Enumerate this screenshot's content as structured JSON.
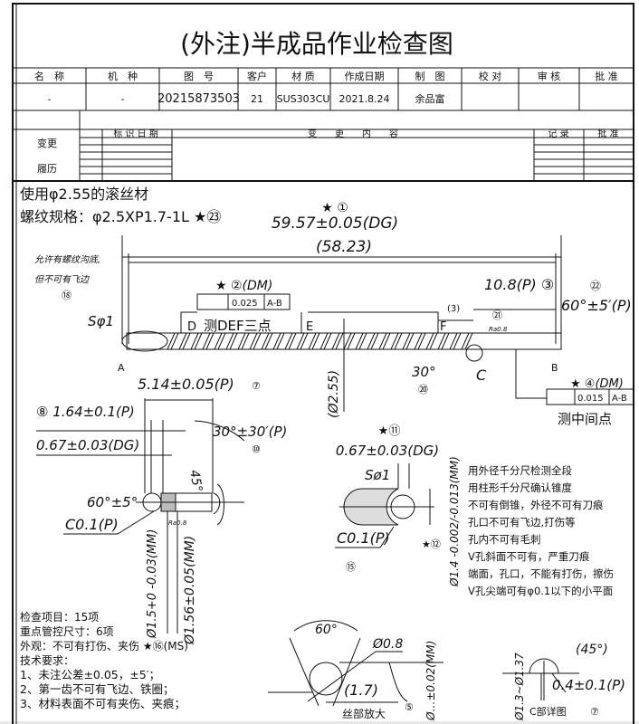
{
  "title": "(外注)半成品作业检查图",
  "header": {
    "columns": [
      "名　称",
      "机　种",
      "图　号",
      "客户",
      "材 质",
      "作成日期",
      "制　图",
      "校 对",
      "审 核",
      "批 准"
    ],
    "values": [
      "-",
      "-",
      "20215873503",
      "21",
      "SUS303CU",
      "2021.8.24",
      "余品富",
      "",
      "",
      ""
    ]
  },
  "change": {
    "labels": [
      "变更",
      "履历"
    ],
    "columns": [
      "标 识 日 期",
      "变　　更　　内　　容",
      "记 录",
      "批 准"
    ]
  },
  "material": "使用φ2.55的滚丝材",
  "thread_spec": "螺纹规格：φ2.5XP1.7-1L ★㉓",
  "dims": {
    "d1_star": "★ ①",
    "d1": "59.57±0.05(DG)",
    "d_total": "(58.23)",
    "note18_1": "允许有螺纹沟底,",
    "note18_2": "但不可有飞边",
    "n18": "⑱",
    "d2_star": "★ ②(DM)",
    "tol1": "0.025",
    "datum1": "A-B",
    "def": "测DEF三点",
    "D": "D",
    "E": "E",
    "F": "F",
    "d3": "10.8(P) ③",
    "d3b": "(3)",
    "n22": "㉒",
    "ang22": "60°±5′(P)",
    "n21": "㉑",
    "ra1": "Ra0.8",
    "s1": "Sφ1",
    "A": "A",
    "B": "B",
    "C": "C",
    "ang30": "30°",
    "n20": "⑳",
    "dia255": "(Ø2.55)",
    "d4_star": "★ ④(DM)",
    "tol2": "0.015",
    "datum2": "A-B",
    "mid": "测中间点",
    "d7": "5.14±0.05(P)",
    "n7": "⑦",
    "d8": "⑧ 1.64±0.1(P)",
    "d067": "0.67±0.03(DG)",
    "ang3030": "30°±30′(P)",
    "n10": "⑩",
    "ang45": "45°",
    "ang60": "60°±5°",
    "c01": "C0.1(P)",
    "ra2": "Ra0.8",
    "dia15": "Ø1.5+0 -0.03(MM)",
    "dia156": "Ø1.56±0.05(MM)",
    "d11_star": "★⑪",
    "d067b": "0.67±0.03(DG)",
    "s1b": "Sø1",
    "dia14": "Ø1.4 -0.002/-0.013(MM)",
    "c01b": "C0.1(P)",
    "n15": "⑮",
    "n12": "★⑫",
    "ang60b": "60°",
    "dia08": "Ø0.8",
    "d17": "(1.7)",
    "n5": "⑤",
    "dia_thr": "Ø…±0.02(MM)",
    "thread_detail": "丝部放大",
    "ang45b": "(45°)",
    "d04": "0.4±0.1(P)",
    "dia13": "Ø1.3~Ø1.37",
    "c_detail": "C部详图",
    "n7b": "⑦"
  },
  "notes_right": [
    "用外径千分尺检测全段",
    "用柱形千分尺确认锥度",
    "不可有倒锥，外径不可有刀痕",
    "孔口不可有飞边,打伤等",
    "孔内不可有毛刺",
    "V孔斜面不可有，严重刀痕",
    "端面，孔口，不能有打伤，擦伤",
    "V孔尖端可有φ0.1以下的小平面"
  ],
  "notes_left": [
    "检查项目：15项",
    "重点管控尺寸：6项",
    "外观：不可有打伤、夹伤 ★⑯(MS)",
    "技术要求：",
    "1、未注公差±0.05，±5′；",
    "2、第一齿不可有飞边、铁圈；",
    "3、材料表面不可有夹伤、夹痕；"
  ]
}
